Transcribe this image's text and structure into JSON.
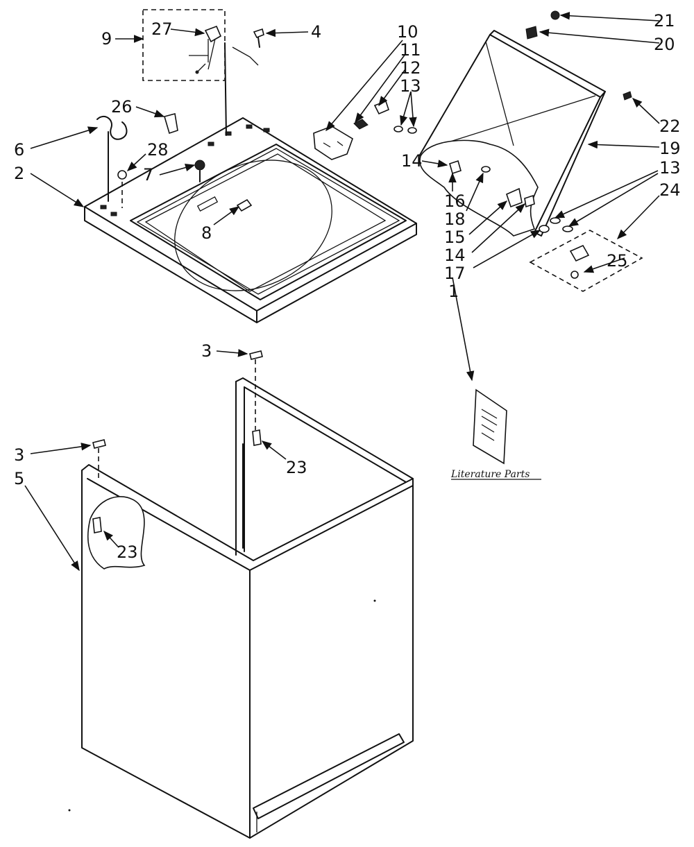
{
  "callouts": [
    {
      "id": "c1",
      "text": "1"
    },
    {
      "id": "c2",
      "text": "2"
    },
    {
      "id": "c3a",
      "text": "3"
    },
    {
      "id": "c3b",
      "text": "3"
    },
    {
      "id": "c4",
      "text": "4"
    },
    {
      "id": "c5",
      "text": "5"
    },
    {
      "id": "c6",
      "text": "6"
    },
    {
      "id": "c7",
      "text": "7"
    },
    {
      "id": "c8",
      "text": "8"
    },
    {
      "id": "c9",
      "text": "9"
    },
    {
      "id": "c10",
      "text": "10"
    },
    {
      "id": "c11",
      "text": "11"
    },
    {
      "id": "c12",
      "text": "12"
    },
    {
      "id": "c13a",
      "text": "13"
    },
    {
      "id": "c13b",
      "text": "13"
    },
    {
      "id": "c14a",
      "text": "14"
    },
    {
      "id": "c14b",
      "text": "14"
    },
    {
      "id": "c15",
      "text": "15"
    },
    {
      "id": "c16",
      "text": "16"
    },
    {
      "id": "c17",
      "text": "17"
    },
    {
      "id": "c18",
      "text": "18"
    },
    {
      "id": "c19",
      "text": "19"
    },
    {
      "id": "c20",
      "text": "20"
    },
    {
      "id": "c21",
      "text": "21"
    },
    {
      "id": "c22",
      "text": "22"
    },
    {
      "id": "c23a",
      "text": "23"
    },
    {
      "id": "c23b",
      "text": "23"
    },
    {
      "id": "c24",
      "text": "24"
    },
    {
      "id": "c25",
      "text": "25"
    },
    {
      "id": "c26",
      "text": "26"
    },
    {
      "id": "c27",
      "text": "27"
    },
    {
      "id": "c28",
      "text": "28"
    }
  ],
  "literature_label": "Literature Parts"
}
